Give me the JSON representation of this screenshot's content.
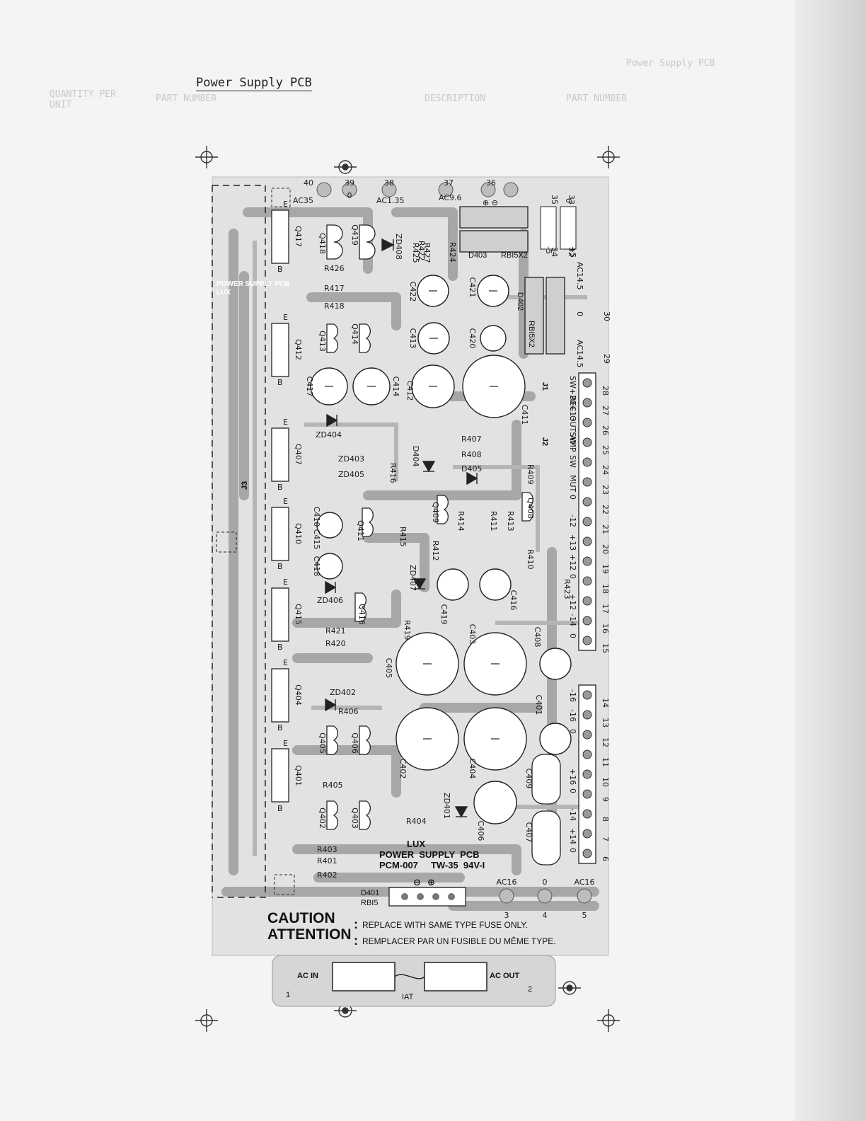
{
  "page": {
    "title": "Power Supply PCB",
    "ghost_header": "Power Supply PCB",
    "ghost_columns": [
      "PART NUMBER",
      "DESCRIPTION",
      "PART NUMBER",
      "QUANTITY PER UNIT"
    ]
  },
  "board": {
    "name_lines": [
      "LUX",
      "POWER  SUPPLY  PCB",
      "PCM-007     TW-35  94V-I"
    ],
    "silk_mirror_lines": [
      "POWER SUPPLY PCB",
      "LUX"
    ],
    "caution_word": "CAUTION",
    "attention_word": "ATTENTION",
    "caution_text": "REPLACE WITH SAME TYPE FUSE ONLY.",
    "attention_text": "REMPLACER PAR UN FUSIBLE DU MÊME TYPE.",
    "ac_in": "AC IN",
    "ac_out": "AC OUT",
    "fuse": "IAT",
    "terminal_1": "1",
    "terminal_2": "2",
    "connector_left": "J3",
    "connector_j1": "J1",
    "connector_j2": "J2"
  },
  "top_terminals": [
    {
      "num": "40",
      "label": "AC35"
    },
    {
      "num": "39",
      "label": "0"
    },
    {
      "num": "38",
      "label": "AC1.35"
    },
    {
      "num": "37",
      "label": "AC9.6"
    },
    {
      "num": "36",
      "label": "⊕  ⊖"
    },
    {
      "num": "35",
      "label": "0"
    },
    {
      "num": "34",
      "label": "-5"
    },
    {
      "num": "33",
      "label": "+5"
    },
    {
      "num": "32",
      "label": ""
    }
  ],
  "right_labels": [
    "AC14.5",
    "0",
    "30",
    "AC14.5",
    "29"
  ],
  "right_connector_top": [
    {
      "num": "28",
      "label": "SW+20+13"
    },
    {
      "num": "27",
      "label": "REC"
    },
    {
      "num": "26",
      "label": "OUTSW"
    },
    {
      "num": "25",
      "label": "AMP"
    },
    {
      "num": "24",
      "label": "SW"
    },
    {
      "num": "23",
      "label": "MUT"
    },
    {
      "num": "22",
      "label": "0"
    },
    {
      "num": "21",
      "label": "-12"
    },
    {
      "num": "20",
      "label": "+13"
    },
    {
      "num": "19",
      "label": "+12"
    },
    {
      "num": "18",
      "label": "0"
    },
    {
      "num": "17",
      "label": "+12"
    },
    {
      "num": "16",
      "label": "-14"
    },
    {
      "num": "15",
      "label": "0"
    }
  ],
  "right_connector_bottom": [
    {
      "num": "14",
      "label": "-16"
    },
    {
      "num": "13",
      "label": "-16"
    },
    {
      "num": "12",
      "label": "0"
    },
    {
      "num": "11",
      "label": ""
    },
    {
      "num": "10",
      "label": "+16"
    },
    {
      "num": "9",
      "label": "0"
    },
    {
      "num": "8",
      "label": "-14"
    },
    {
      "num": "7",
      "label": "+14"
    },
    {
      "num": "6",
      "label": "0"
    }
  ],
  "bottom_terminals": [
    {
      "num": "3",
      "label": "AC16"
    },
    {
      "num": "4",
      "label": "0"
    },
    {
      "num": "5",
      "label": "AC16"
    }
  ],
  "bridge": {
    "ref": "D401",
    "type": "RBI5",
    "symbols": "⊖  ⊕"
  },
  "bridges_top": [
    {
      "ref": "D403",
      "type": "RBI5X2"
    },
    {
      "ref": "D402",
      "type": "RBI5X2"
    }
  ],
  "transistors": [
    "Q417",
    "Q412",
    "Q407",
    "Q410",
    "Q415",
    "Q404",
    "Q401"
  ],
  "small_transistors": [
    "Q418",
    "Q419",
    "Q413",
    "Q414",
    "Q411",
    "Q409",
    "Q408",
    "Q416",
    "Q405",
    "Q406",
    "Q402",
    "Q403"
  ],
  "resistors": [
    "R426",
    "R417",
    "R418",
    "R427",
    "R425",
    "R422",
    "R424",
    "R407",
    "R408",
    "R409",
    "R416",
    "R415",
    "R414",
    "R411",
    "R413",
    "R412",
    "R410",
    "R423",
    "R419",
    "R421",
    "R420",
    "R406",
    "R405",
    "R404",
    "R403",
    "R401",
    "R402"
  ],
  "capacitors": [
    "C422",
    "C421",
    "C413",
    "C420",
    "C417",
    "C414",
    "C412",
    "C411",
    "C410",
    "C415",
    "C418",
    "C419",
    "C416",
    "C405",
    "C403",
    "C408",
    "C401",
    "C402",
    "C404",
    "C409",
    "C406",
    "C407"
  ],
  "zeners": [
    "ZD408",
    "ZD404",
    "ZD403",
    "ZD405",
    "ZD407",
    "ZD406",
    "ZD402",
    "ZD401"
  ],
  "diodes": [
    "D404",
    "D405"
  ],
  "pin_letters": [
    "E",
    "B",
    "E",
    "B"
  ]
}
